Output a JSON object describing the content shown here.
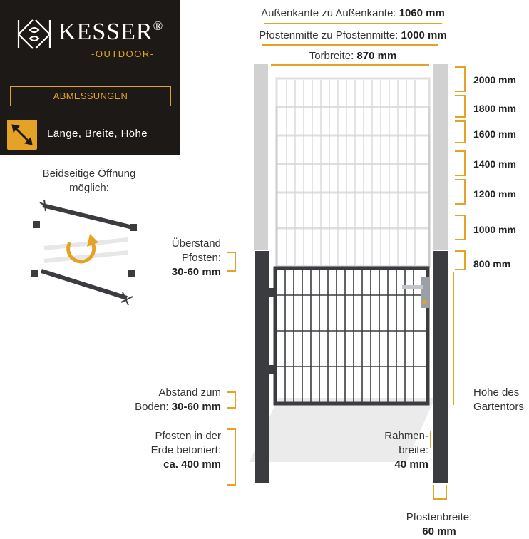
{
  "brand": {
    "name": "KESSER",
    "registered": "®",
    "tagline": "-OUTDOOR-"
  },
  "panel": {
    "section_title": "ABMESSUNGEN",
    "measure_label": "Länge, Breite, Höhe"
  },
  "top_dims": {
    "outer_label": "Außenkante zu Außenkante: ",
    "outer_value": "1060 mm",
    "center_label": "Pfostenmitte zu Pfostenmitte: ",
    "center_value": "1000 mm",
    "gate_label": "Torbreite: ",
    "gate_value": "870 mm"
  },
  "opening": {
    "line1": "Beidseitige Öffnung",
    "line2": "möglich:"
  },
  "heights": [
    "2000 mm",
    "1800 mm",
    "1600 mm",
    "1400 mm",
    "1200 mm",
    "1000 mm",
    "800 mm"
  ],
  "notes": {
    "overhang_1": "Überstand",
    "overhang_2": "Pfosten:",
    "overhang_3": "30-60 mm",
    "ground_1": "Abstand zum",
    "ground_2": "Boden: ",
    "ground_3": "30-60 mm",
    "post_1": "Pfosten in der",
    "post_2": "Erde betoniert:",
    "post_3": "ca. 400 mm",
    "gate_h_1": "Höhe des",
    "gate_h_2": "Gartentors",
    "frame_1": "Rahmen-",
    "frame_2": "breite:",
    "frame_3": "40 mm",
    "postw_1": "Pfostenbreite:",
    "postw_2": "60 mm"
  },
  "colors": {
    "brand_dark": "#1c1916",
    "accent": "#e4a327",
    "gate": "#3a3c3f"
  }
}
